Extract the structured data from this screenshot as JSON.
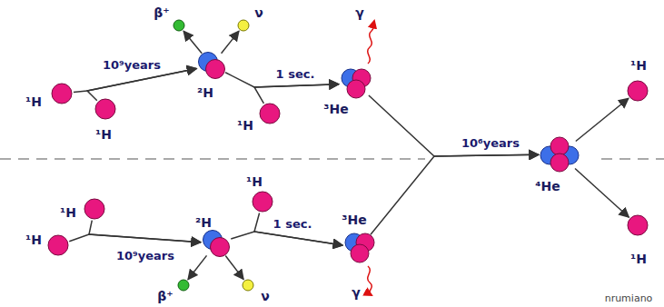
{
  "diagram": {
    "nodes": [
      {
        "text": [
          "¹H"
        ]
      },
      {
        "text": [
          "¹H"
        ]
      },
      {
        "text": [
          "β⁺"
        ]
      },
      {
        "text": [
          "ν"
        ]
      },
      {
        "text": [
          "²H"
        ]
      },
      {
        "text": [
          "¹H"
        ]
      },
      {
        "text": [
          "³He"
        ]
      },
      {
        "text": [
          "¹H"
        ]
      },
      {
        "text": [
          "¹H"
        ]
      },
      {
        "text": [
          "²H"
        ]
      },
      {
        "text": [
          "¹H"
        ]
      },
      {
        "text": [
          "³He"
        ]
      },
      {
        "text": [
          "β⁺"
        ]
      },
      {
        "text": [
          "ν"
        ]
      },
      {
        "text": [
          "⁴He"
        ]
      },
      {
        "text": [
          "¹H"
        ]
      },
      {
        "text": [
          "¹H"
        ]
      }
    ],
    "edges": [
      {
        "from": 0,
        "to": 4,
        "arrow": "to",
        "label": "10⁹years"
      },
      {
        "from": 1,
        "to": 4,
        "arrow": "to"
      },
      {
        "from": 4,
        "to": 2,
        "arrow": "to"
      },
      {
        "from": 4,
        "to": 3,
        "arrow": "to"
      },
      {
        "from": 4,
        "to": 6,
        "arrow": "to",
        "label": "1 sec."
      },
      {
        "from": 5,
        "to": 6,
        "arrow": "to"
      },
      {
        "from": 6,
        "to": 14,
        "arrow": "to",
        "label": "10⁶years"
      },
      {
        "from": 11,
        "to": 14,
        "arrow": "to"
      },
      {
        "from": 14,
        "to": 15,
        "arrow": "to"
      },
      {
        "from": 14,
        "to": 16,
        "arrow": "to"
      },
      {
        "from": 7,
        "to": 9,
        "arrow": "to",
        "label": "10⁹years"
      },
      {
        "from": 8,
        "to": 9,
        "arrow": "to"
      },
      {
        "from": 9,
        "to": 12,
        "arrow": "to"
      },
      {
        "from": 9,
        "to": 13,
        "arrow": "to"
      },
      {
        "from": 9,
        "to": 11,
        "arrow": "to",
        "label": "1 sec."
      },
      {
        "from": 10,
        "to": 11,
        "arrow": "to"
      }
    ],
    "labels": [
      "γ",
      "γ",
      "nrumiano"
    ]
  }
}
